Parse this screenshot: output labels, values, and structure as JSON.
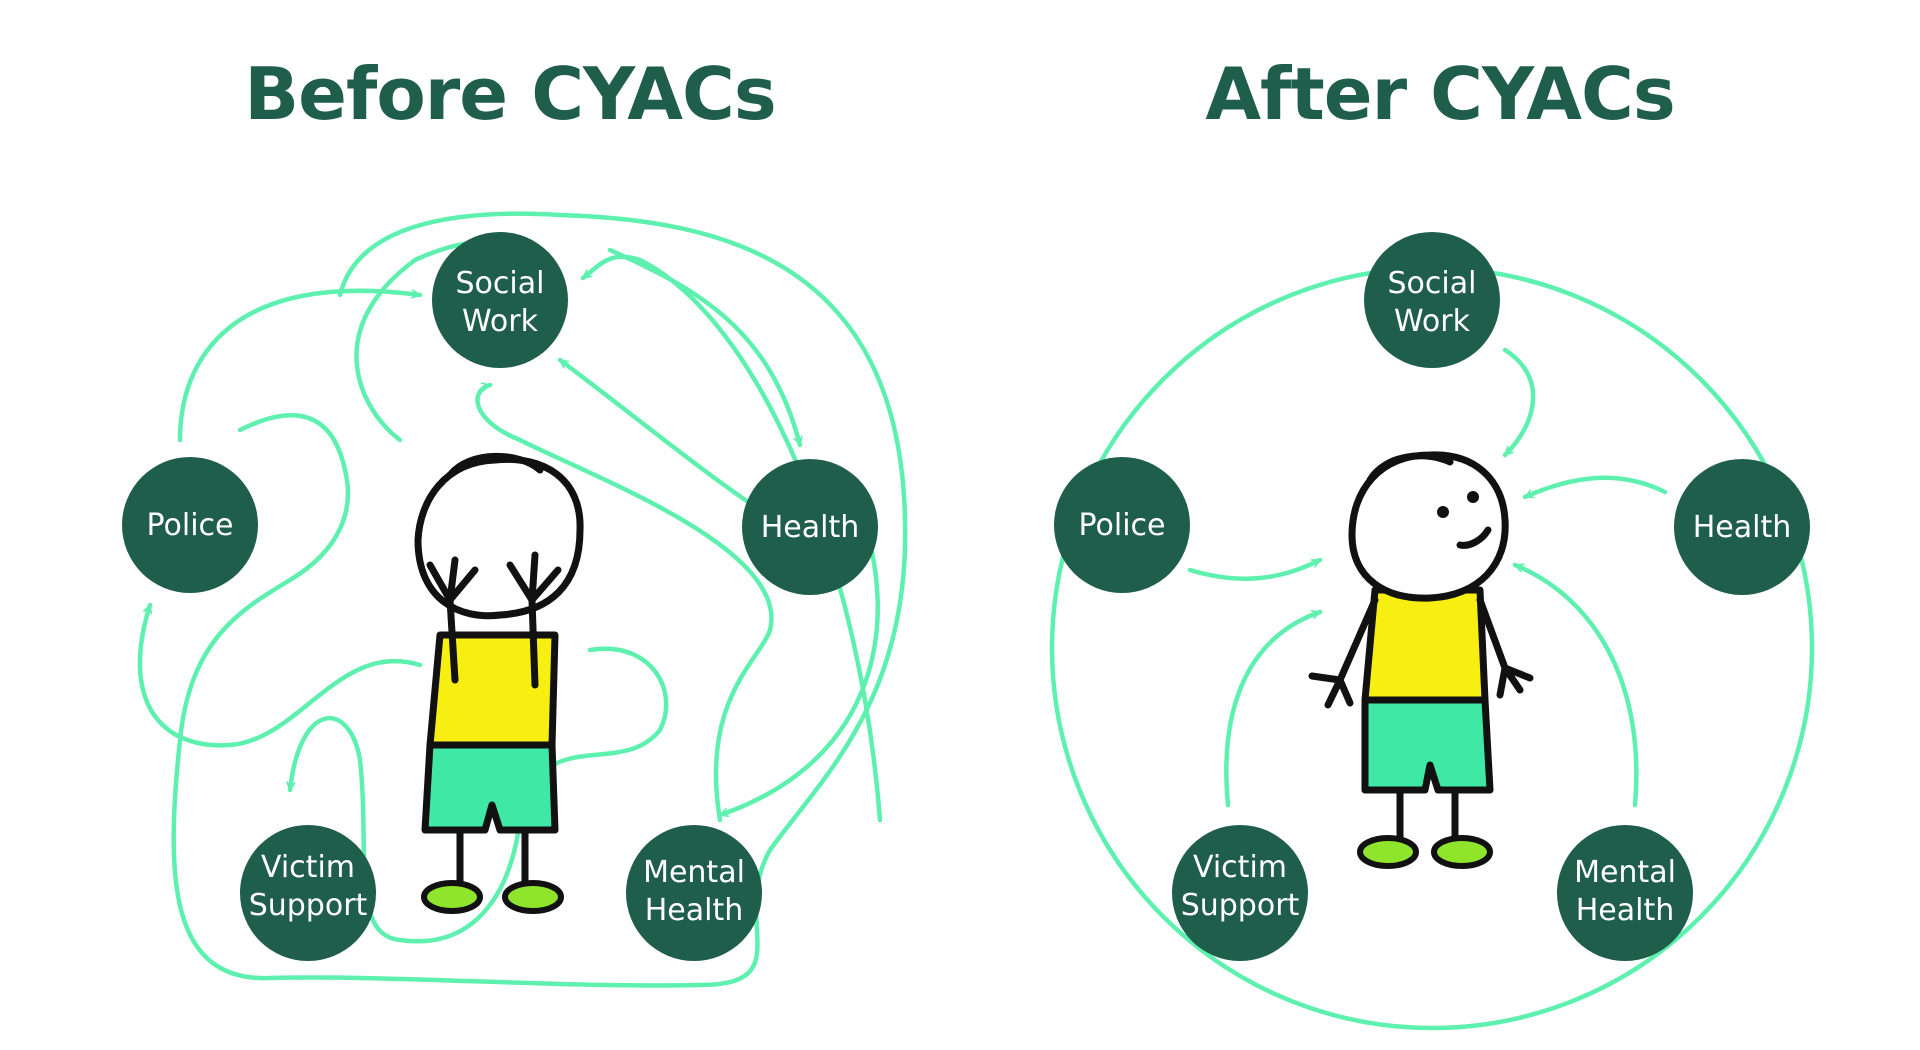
{
  "panels": {
    "before": {
      "title": "Before  CYACs",
      "nodes": {
        "social_work": [
          "Social",
          "Work"
        ],
        "police": [
          "Police"
        ],
        "health": [
          "Health"
        ],
        "victim_support": [
          "Victim",
          "Support"
        ],
        "mental_health": [
          "Mental",
          "Health"
        ]
      }
    },
    "after": {
      "title": "After CYACs",
      "nodes": {
        "social_work": [
          "Social",
          "Work"
        ],
        "police": [
          "Police"
        ],
        "health": [
          "Health"
        ],
        "victim_support": [
          "Victim",
          "Support"
        ],
        "mental_health": [
          "Mental",
          "Health"
        ]
      }
    }
  },
  "colors": {
    "title": "#1f5e4a",
    "node": "#1f5e4a",
    "connector": "#5ef0ae",
    "shirt": "#f7ee12",
    "shorts": "#3fe8a4",
    "shoes": "#8ee52c"
  }
}
